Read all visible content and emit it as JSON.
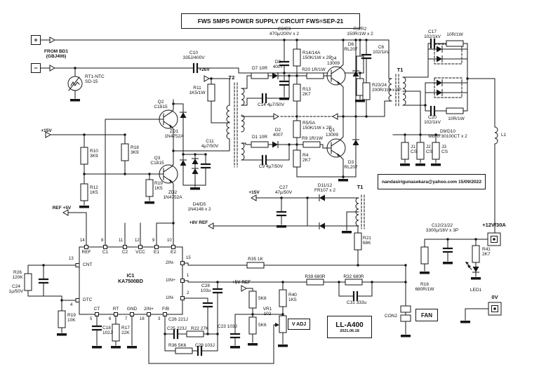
{
  "title": "FWS  SMPS POWER SUPPLY CIRCUIT FWS=SEP-21",
  "colors": {
    "line": "#151515",
    "background": "#ffffff"
  },
  "stamps": {
    "email": "nandasirigunasekara@yahoo.com  15/09/2022",
    "model": "LL-A400",
    "model_date": "2021.06.18"
  },
  "ic": {
    "name": "IC1\nKA7500BD",
    "top": [
      {
        "n": "14",
        "l": "REF"
      },
      {
        "n": "8",
        "l": "C1"
      },
      {
        "n": "11",
        "l": "C2"
      },
      {
        "n": "12",
        "l": "VCC"
      },
      {
        "n": "9",
        "l": "E1"
      },
      {
        "n": "10",
        "l": "E2"
      }
    ],
    "left": [
      {
        "n": "13",
        "l": "CNT"
      },
      {
        "n": "4",
        "l": "DTC"
      }
    ],
    "right": [
      {
        "n": "15",
        "l": "2IN-"
      },
      {
        "n": "1",
        "l": "1IN+"
      },
      {
        "n": "2",
        "l": "1IN-"
      }
    ],
    "bottom": [
      {
        "n": "5",
        "l": "CT"
      },
      {
        "n": "6",
        "l": "RT"
      },
      {
        "n": "7",
        "l": "GND"
      },
      {
        "n": "16",
        "l": "2IN+"
      },
      {
        "n": "3",
        "l": "F/B"
      }
    ]
  },
  "labels": {
    "plus": "+",
    "minus": "−",
    "from_bd1": "FROM BD1\n(GBJ406)",
    "rt1": "RT1-NTC\nSD-15",
    "c2c3": "C2/C3\n470µ/200V x 2",
    "r3r2": "R3/R2\n150R/1W x 2",
    "c10": "C10\n335J/400V",
    "v26": "+26V",
    "r11": "R11\n1K5/1W",
    "t2": "T2",
    "d7": "D7  10R",
    "d8": "D8\n4007",
    "c14": "C14  4µ7/50V",
    "d1": "D1  10R",
    "d2": "D2\n4007",
    "c9": "C9  4µ7/50V",
    "r14": "R14/14A\n150K/1W x 2P",
    "r20": "R20  1R/1W",
    "r13": "R13\n2K7",
    "q4": "Q4\n13009",
    "d6": "D6\nRL207",
    "c6": "C6\n102/1kV",
    "r2324": "R23/24\n200R/1W x 2P",
    "t1": "T1",
    "r55a": "R5/5A\n150K/1W x 2P",
    "r9": "R9  1R/1W",
    "r4": "R4\n2K7",
    "q1": "Q1\n13009",
    "d3": "D3\nRL207",
    "q2": "Q2\nC1815",
    "q3": "Q3\nC1815",
    "zd1": "ZD1\n1N4752A",
    "zd2": "ZD2\n1N4752A",
    "d4d5": "D4/D5\n1N4148 x 2",
    "c11": "C11\n4µ7/50V",
    "v15_left": "+15V",
    "r10": "R10\n3K9",
    "r12": "R12\n1K5",
    "ref5": "REF  +5V",
    "r18": "R18\n3K9",
    "r19a": "R19\n1K5",
    "v15_mid": "+15V",
    "c27": "C27\n47µ/50V",
    "d1112": "D11/12\nFR107 x 2",
    "t1b": "T1",
    "c17": "C17\n102/1kV",
    "r_sn1": "10R/1W",
    "c20": "C20\n102/1kV",
    "r_sn2": "10R/1W",
    "d9d10": "D9/D10\nMBRF30100CT x 2",
    "l1": "L1",
    "j1": "J1\nCS",
    "j2": "J2\nCS",
    "j3": "J3\nCS",
    "c1221": "C12/21/22\n3300µ/16V x 3P",
    "v12": "+12V/30A",
    "r41": "R41\n2K7",
    "led1": "LED1",
    "v0": "0V",
    "r16": "R16\n680R/1W",
    "con2": "CON2",
    "fan": "FAN",
    "r26": "R26\n120K",
    "c24": "C24\n1µ/50V",
    "r19b": "R19\n10K",
    "c18": "C18\n102J",
    "r17": "R17\n22K",
    "c26": "C26  221J",
    "c25": "C25 223J",
    "r22": "R22 27K",
    "r36": "R36 5K6",
    "c29": "C29 103J",
    "c28": "C28\n103u",
    "v8ref": "+8V  REF",
    "r21": "R21\n68K",
    "r35": "R35  1K",
    "r39": "R39  680R",
    "r32": "R32  680R",
    "c31": "C31  333u",
    "v5ref": "+5V  REF",
    "r40": "R40\n1K5",
    "k5k6a": "5K6",
    "k5k6b": "5K6",
    "c23": "C23 103J",
    "vr1": "VR1\n102",
    "vadj": "V ADJ"
  }
}
